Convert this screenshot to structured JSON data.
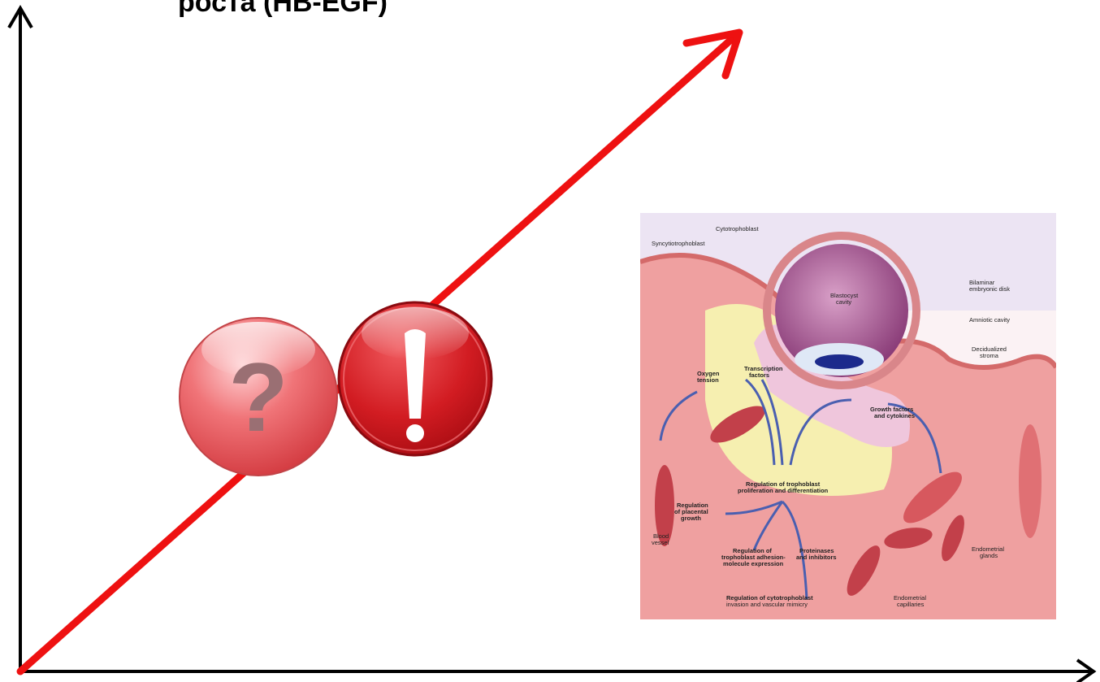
{
  "slide": {
    "heading": "роста (HB-EGF)"
  },
  "illustration": {
    "labels": {
      "cytotrophoblast": "Cytotrophoblast",
      "syncytiotrophoblast": "Syncytiotrophoblast",
      "blastocyst_cavity_1": "Blastocyst",
      "blastocyst_cavity_2": "cavity",
      "bilaminar_1": "Bilaminar",
      "bilaminar_2": "embryonic disk",
      "amniotic": "Amniotic cavity",
      "decidualized_1": "Decidualized",
      "decidualized_2": "stroma",
      "oxygen_1": "Oxygen",
      "oxygen_2": "tension",
      "transcription_1": "Transcription",
      "transcription_2": "factors",
      "growth_1": "Growth factors",
      "growth_2": "and cytokines",
      "regulation_tropho_1": "Regulation of trophoblast",
      "regulation_tropho_2": "proliferation and differentiation",
      "placental_1": "Regulation",
      "placental_2": "of placental",
      "placental_3": "growth",
      "blood_1": "Blood",
      "blood_2": "vessel",
      "adhesion_1": "Regulation of",
      "adhesion_2": "trophoblast adhesion-",
      "adhesion_3": "molecule expression",
      "proteinases_1": "Proteinases",
      "proteinases_2": "and inhibitors",
      "endo_glands_1": "Endometrial",
      "endo_glands_2": "glands",
      "invasion_1": "Regulation of cytotrophoblast",
      "invasion_2": "invasion and vascular mimicry",
      "endo_cap_1": "Endometrial",
      "endo_cap_2": "capillaries"
    }
  },
  "icons": {
    "question": "?",
    "exclamation": "!"
  },
  "colors": {
    "trend_arrow": "#ee1111",
    "axes": "#000000",
    "question_ball": "#e85a5e",
    "exclamation_ball": "#c81a1e"
  }
}
